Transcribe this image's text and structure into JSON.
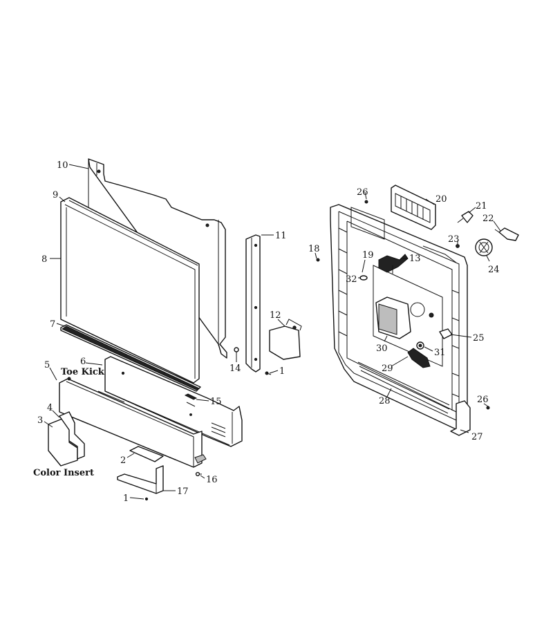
{
  "callouts": {
    "n1a": "1",
    "n1b": "1",
    "n2": "2",
    "n3": "3",
    "n4": "4",
    "n5": "5",
    "n6": "6",
    "n7": "7",
    "n8": "8",
    "n9": "9",
    "n10": "10",
    "n11": "11",
    "n12": "12",
    "n13": "13",
    "n14": "14",
    "n15": "15",
    "n16": "16",
    "n17": "17",
    "n18": "18",
    "n19": "19",
    "n20": "20",
    "n21": "21",
    "n22": "22",
    "n23": "23",
    "n24": "24",
    "n25": "25",
    "n26a": "26",
    "n26b": "26",
    "n27": "27",
    "n28": "28",
    "n29": "29",
    "n30": "30",
    "n31": "31",
    "n32": "32"
  },
  "labels": {
    "toe_kick": "Toe Kick",
    "color_insert": "Color Insert"
  }
}
